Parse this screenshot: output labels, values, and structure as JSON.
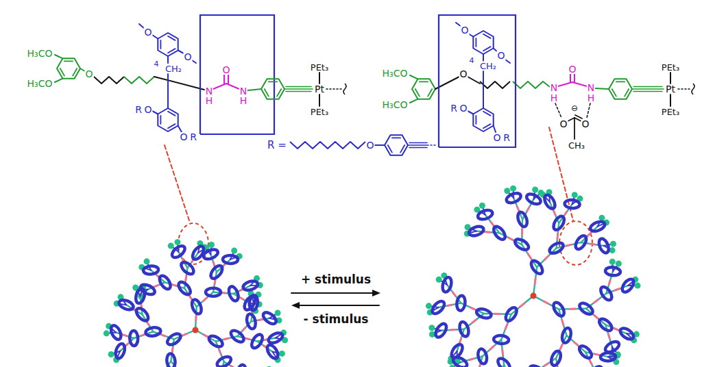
{
  "diagram": {
    "labels": [
      "H₃CO",
      "H₃CO",
      "O",
      "O",
      "O",
      "4",
      "CH₂",
      "N",
      "H",
      "O",
      "N",
      "H",
      "PEt₃",
      "Pt",
      "PEt₃",
      "R",
      "O",
      "O",
      "R",
      "R =",
      "O",
      "H₃CO",
      "H₃CO",
      "O",
      "O",
      "O",
      "4",
      "CH₂",
      "N",
      "H",
      "O",
      "N",
      "H",
      "O",
      "⊖",
      "O",
      "CH₃",
      "PEt₃",
      "Pt",
      "PEt₃",
      "R",
      "O",
      "O",
      "R",
      "+ stimulus",
      "- stimulus"
    ]
  }
}
